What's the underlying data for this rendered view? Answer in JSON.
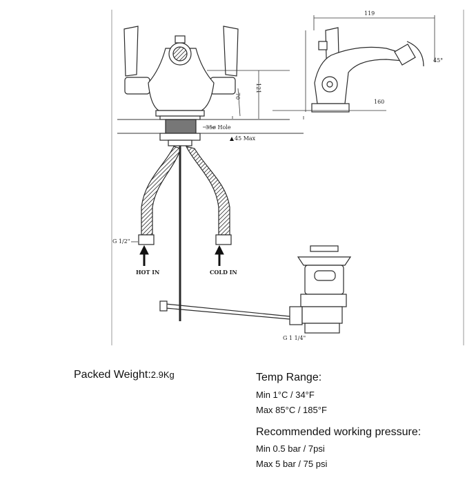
{
  "diagram": {
    "dimensions": {
      "width": "119",
      "height_total": "121",
      "height_spout": "70",
      "angle": "45°",
      "depth": "160",
      "hole": "35ø Hole",
      "max_thickness": "45 Max"
    },
    "connections": {
      "thread_inlet": "G 1/2\"",
      "thread_waste": "G 1 1/4\"",
      "hot": "HOT IN",
      "cold": "COLD IN"
    }
  },
  "specs": {
    "packed_label": "Packed Weight:",
    "packed_value": "2.9Kg",
    "temp_heading": "Temp Range:",
    "temp_min": "Min 1°C / 34°F",
    "temp_max": "Max  85°C / 185°F",
    "pressure_heading": "Recommended working pressure:",
    "pressure_min": "Min 0.5 bar / 7psi",
    "pressure_max": "Max 5 bar / 75 psi"
  },
  "colors": {
    "line": "#2a2a2a",
    "border": "#9a9a9a",
    "text": "#111111"
  }
}
